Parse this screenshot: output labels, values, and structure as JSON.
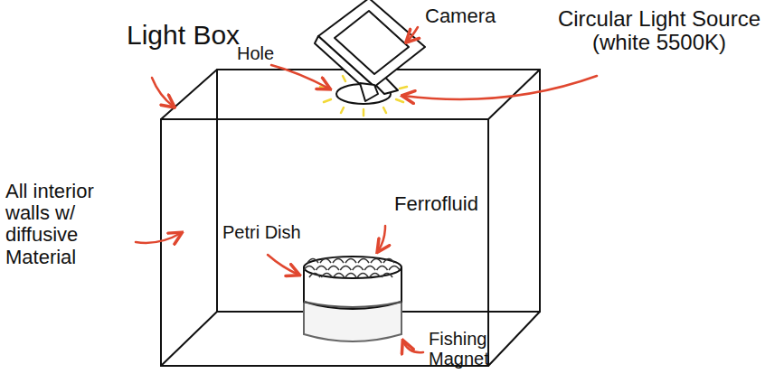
{
  "diagram": {
    "labels": [
      "Light Box",
      "Camera",
      "Hole",
      "Circular Light Source (white 5500K)",
      "All interior walls w/ diffusive Material",
      "Petri Dish",
      "Ferrofluid",
      "Fishing Magnet"
    ]
  }
}
